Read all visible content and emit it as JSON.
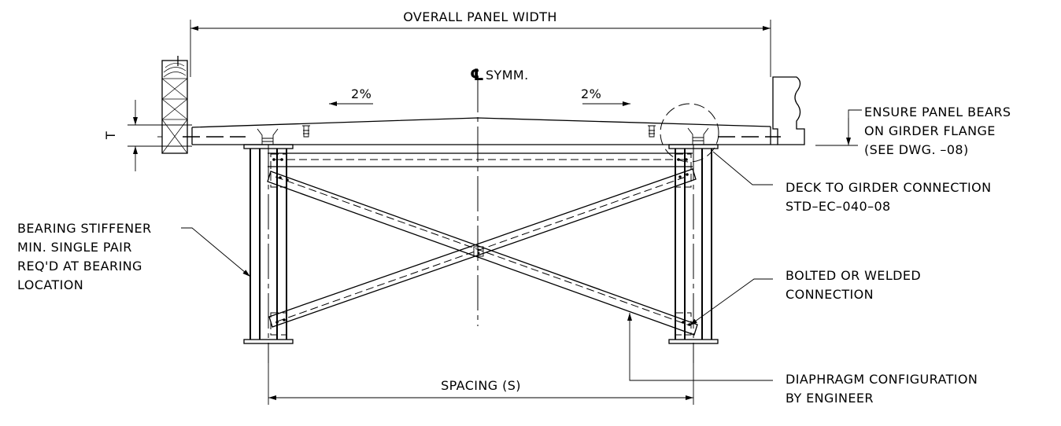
{
  "labels": {
    "overall_width": "OVERALL PANEL WIDTH",
    "spacing": "SPACING (S)",
    "centerline_symbol": "℄",
    "symm": "SYMM.",
    "slope_left": "2%",
    "slope_right": "2%",
    "thickness": "T"
  },
  "notes": {
    "ensure": [
      "ENSURE PANEL BEARS",
      "ON GIRDER FLANGE",
      "(SEE DWG. –08)"
    ],
    "deck_connection": [
      "DECK TO GIRDER CONNECTION",
      "STD–EC–040–08"
    ],
    "bearing_stiffener": [
      "BEARING STIFFENER",
      "MIN. SINGLE PAIR",
      "REQ'D AT BEARING",
      "LOCATION"
    ],
    "bolted": [
      "BOLTED OR WELDED",
      "CONNECTION"
    ],
    "diaphragm": [
      "DIAPHRAGM CONFIGURATION",
      "BY ENGINEER"
    ]
  },
  "colors": {
    "ink": "#000000",
    "background": "#ffffff"
  }
}
